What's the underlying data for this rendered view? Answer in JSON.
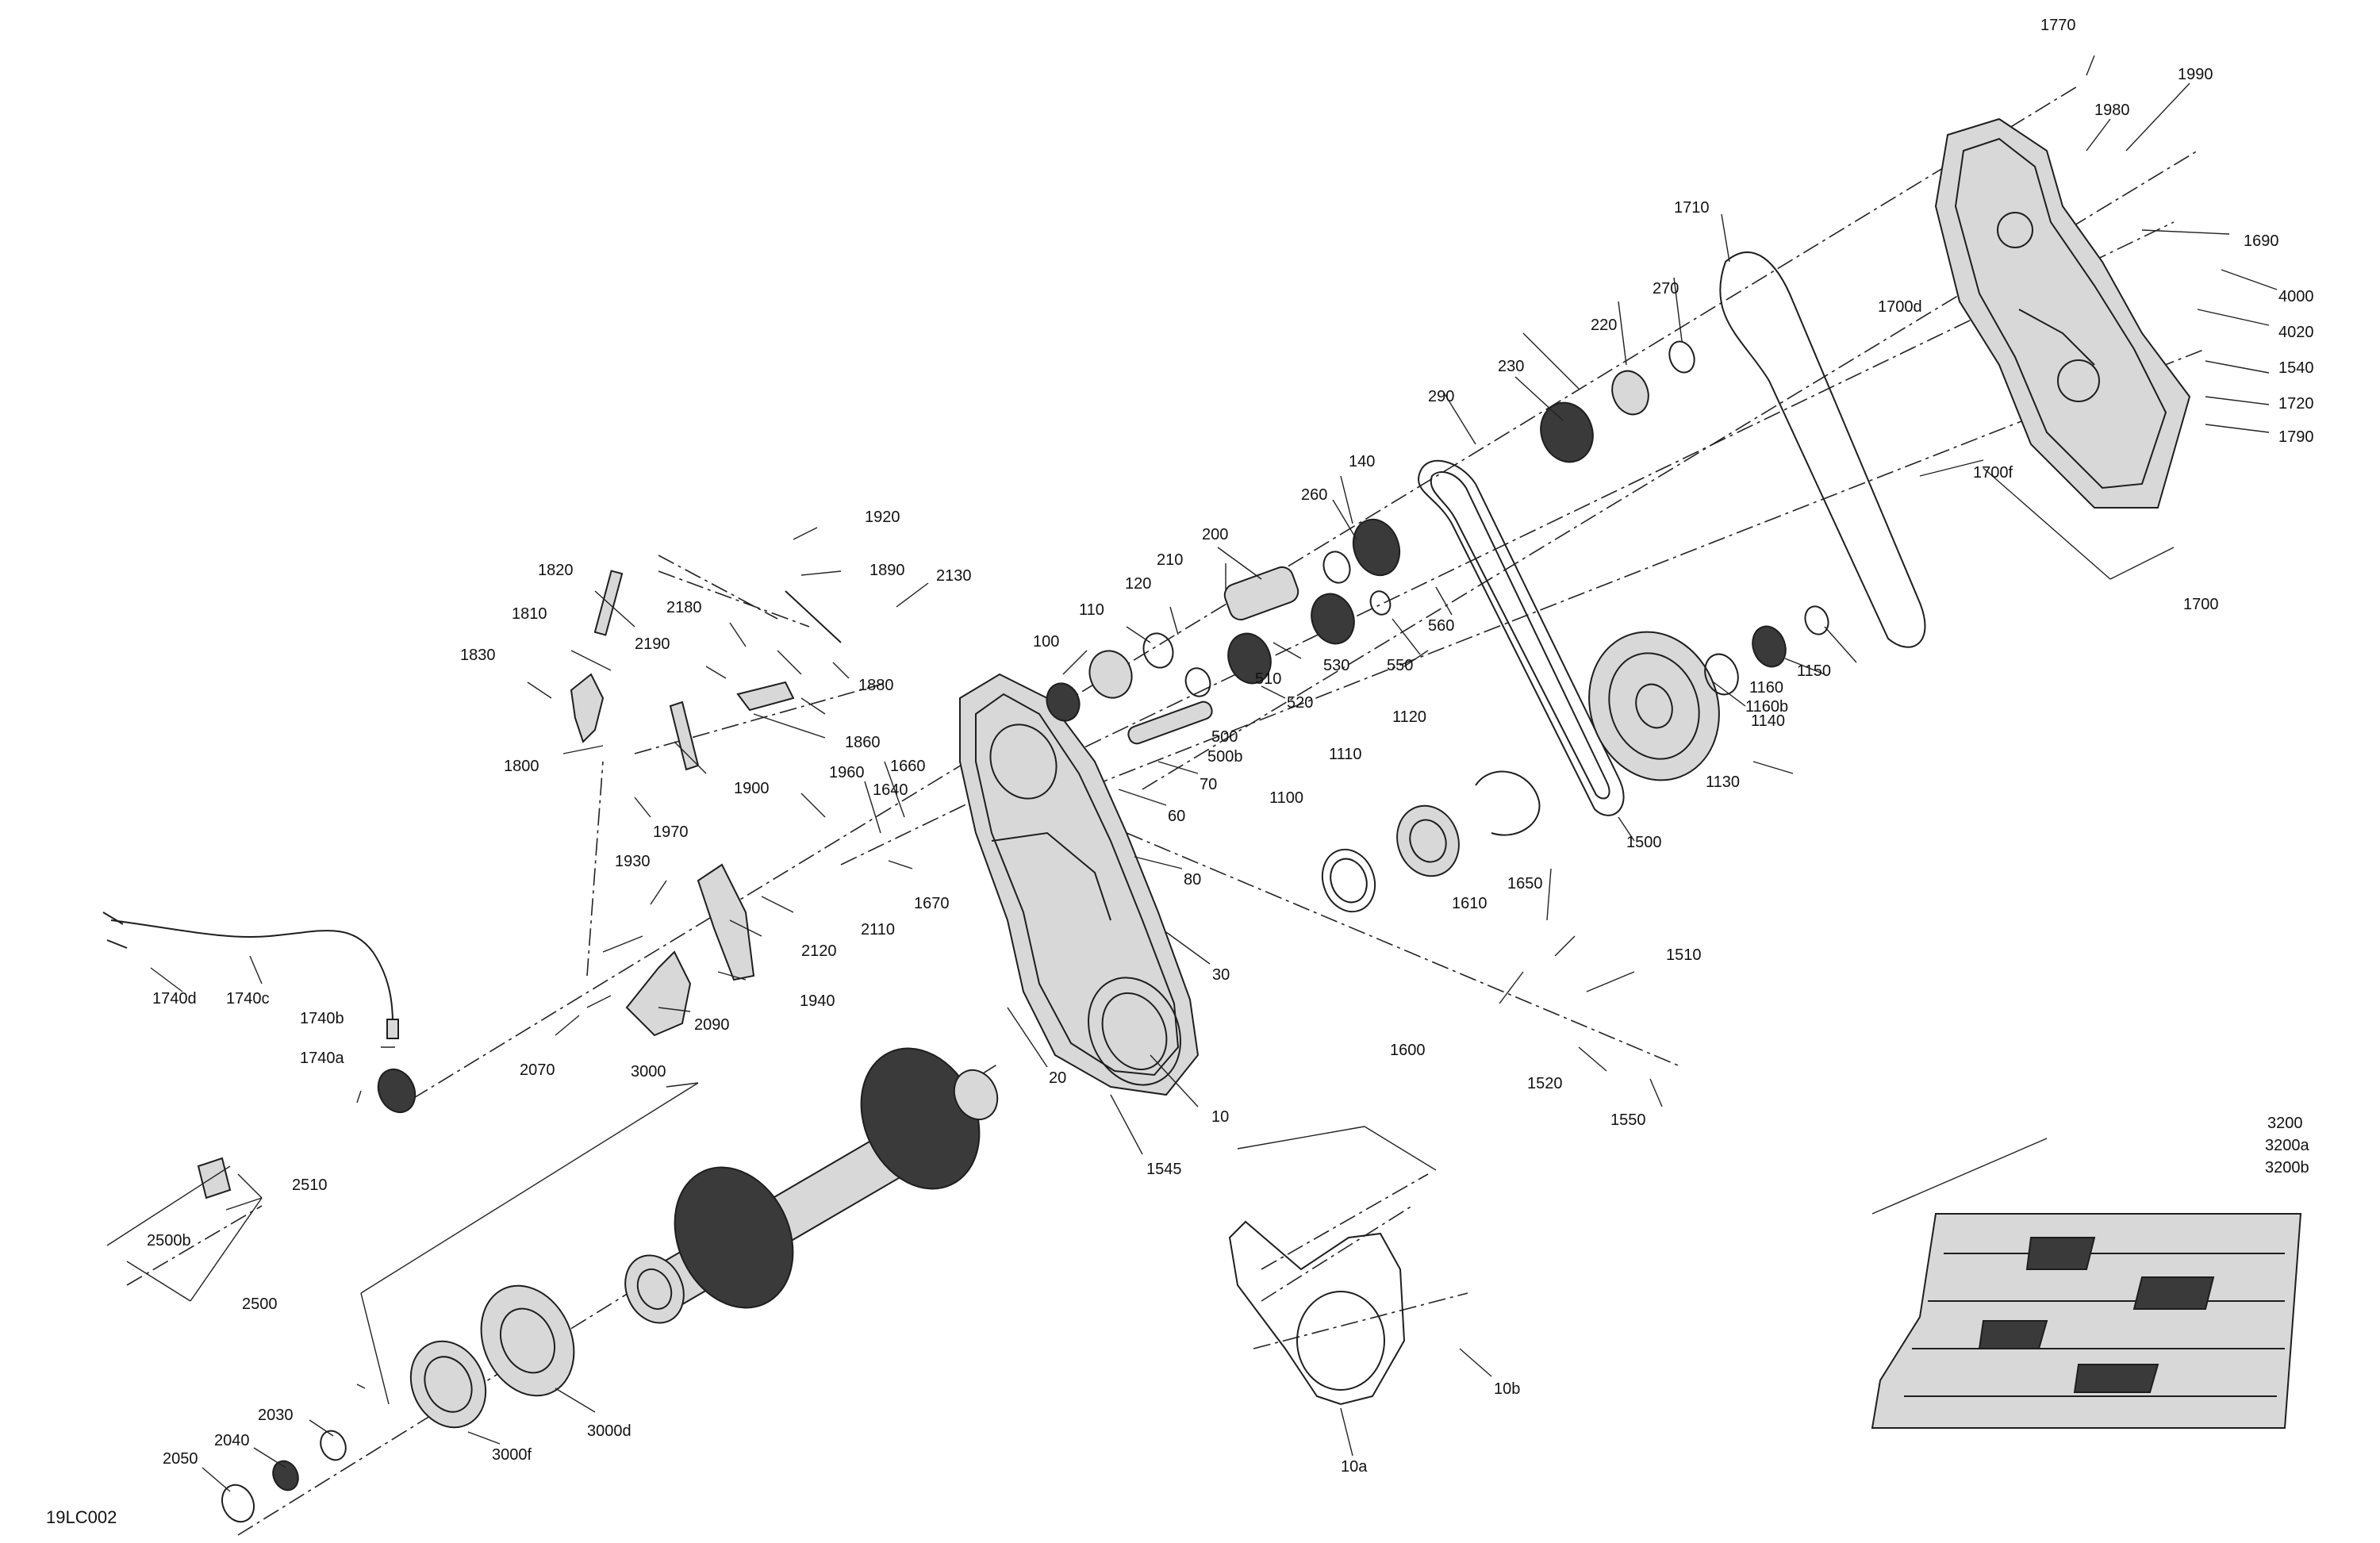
{
  "drawing_reference": "19LC002",
  "callouts": {
    "c10": "10",
    "c10a": "10a",
    "c10b": "10b",
    "c20": "20",
    "c30": "30",
    "c60": "60",
    "c70": "70",
    "c80": "80",
    "c100": "100",
    "c110": "110",
    "c120": "120",
    "c140": "140",
    "c200": "200",
    "c210": "210",
    "c220": "220",
    "c230": "230",
    "c260": "260",
    "c270": "270",
    "c290": "290",
    "c500": "500",
    "c500b": "500b",
    "c510": "510",
    "c520": "520",
    "c530": "530",
    "c550": "550",
    "c560": "560",
    "c1100": "1100",
    "c1110": "1110",
    "c1120": "1120",
    "c1130": "1130",
    "c1140": "1140",
    "c1150": "1150",
    "c1160": "1160",
    "c1160b": "1160b",
    "c1500": "1500",
    "c1510": "1510",
    "c1520": "1520",
    "c1540": "1540",
    "c1545": "1545",
    "c1550": "1550",
    "c1600": "1600",
    "c1610": "1610",
    "c1640": "1640",
    "c1650": "1650",
    "c1660": "1660",
    "c1670": "1670",
    "c1690": "1690",
    "c1700": "1700",
    "c1700d": "1700d",
    "c1700f": "1700f",
    "c1710": "1710",
    "c1720": "1720",
    "c1740a": "1740a",
    "c1740b": "1740b",
    "c1740c": "1740c",
    "c1740d": "1740d",
    "c1770": "1770",
    "c1790": "1790",
    "c1800": "1800",
    "c1810": "1810",
    "c1820": "1820",
    "c1830": "1830",
    "c1860": "1860",
    "c1880": "1880",
    "c1890": "1890",
    "c1900": "1900",
    "c1920": "1920",
    "c1930": "1930",
    "c1940": "1940",
    "c1960": "1960",
    "c1970": "1970",
    "c1980": "1980",
    "c1990": "1990",
    "c2030": "2030",
    "c2040": "2040",
    "c2050": "2050",
    "c2070": "2070",
    "c2090": "2090",
    "c2110": "2110",
    "c2120": "2120",
    "c2130": "2130",
    "c2180": "2180",
    "c2190": "2190",
    "c2500": "2500",
    "c2500b": "2500b",
    "c2510": "2510",
    "c3000": "3000",
    "c3000d": "3000d",
    "c3000f": "3000f",
    "c3200": "3200",
    "c3200a": "3200a",
    "c3200b": "3200b",
    "c4000": "4000",
    "c4020": "4020"
  }
}
